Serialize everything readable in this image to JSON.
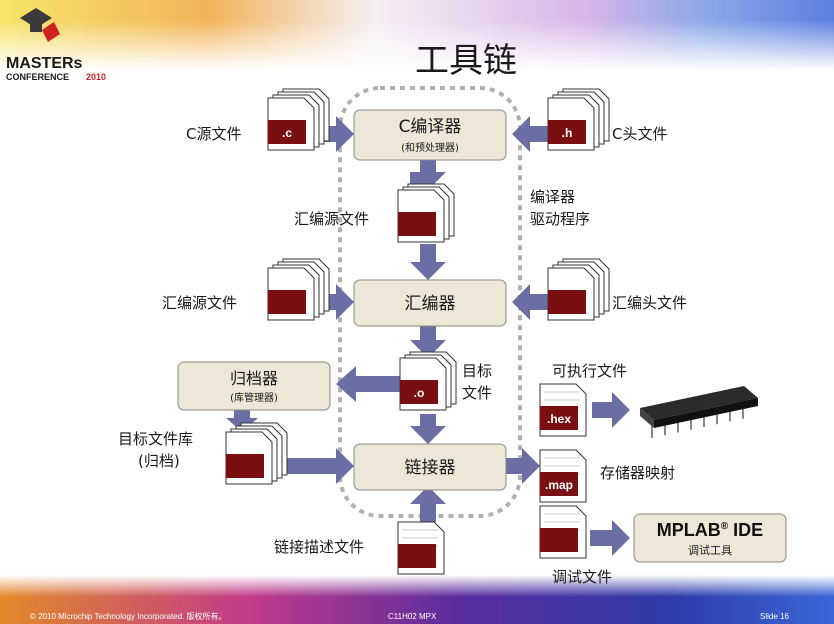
{
  "slide": {
    "title": "工具链",
    "logo": {
      "line1": "MASTERs",
      "line2": "CONFERENCE",
      "year": "2010"
    },
    "footer": {
      "copyright": "© 2010 Microchip Technology Incorporated. 版权所有。",
      "code": "C11H02 MPX",
      "slide": "Slide 16"
    }
  },
  "diagram": {
    "compiler": {
      "title": "C编译器",
      "subtitle": "(和预处理器)"
    },
    "assembler": {
      "title": "汇编器"
    },
    "linker": {
      "title": "链接器"
    },
    "archiver": {
      "title": "归档器",
      "subtitle": "(库管理器)"
    },
    "files": {
      "c_source": {
        "label": "C源文件",
        "ext": ".c"
      },
      "c_header": {
        "label": "C头文件",
        "ext": ".h"
      },
      "asm_source_mid": {
        "label": "汇编源文件"
      },
      "driver": {
        "line1": "编译器",
        "line2": "驱动程序"
      },
      "asm_source": {
        "label": "汇编源文件"
      },
      "asm_header": {
        "label": "汇编头文件"
      },
      "object": {
        "line1": "目标",
        "line2": "文件",
        "ext": ".o"
      },
      "library": {
        "line1": "目标文件库",
        "line2": "(归档)"
      },
      "executable": {
        "label": "可执行文件",
        "ext": ".hex"
      },
      "memory_map": {
        "label": "存储器映射",
        "ext": ".map"
      },
      "linker_script": {
        "label": "链接描述文件"
      },
      "debug_file": {
        "label": "调试文件"
      }
    },
    "ide": {
      "title": "MPLAB",
      "reg": "®",
      "title2": " IDE",
      "subtitle": "调试工具"
    }
  },
  "colors": {
    "box_fill": "#ece7d6",
    "arrow": "#6b6ea5",
    "file_tag": "#7a0f12",
    "dashed": "#b0b0b0"
  }
}
